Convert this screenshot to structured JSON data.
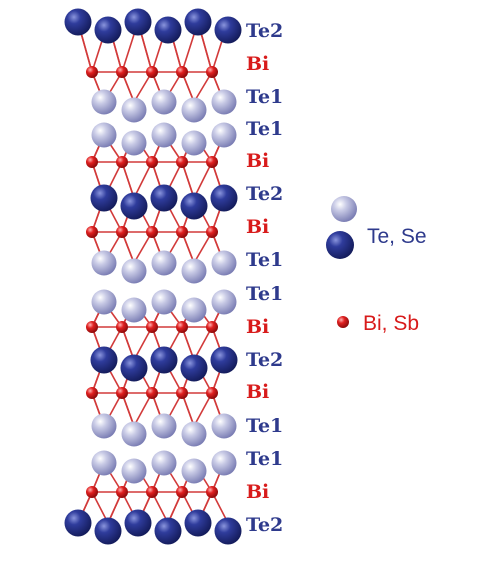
{
  "colors": {
    "te_light": "#b0b2d6",
    "te_dark": "#2b3894",
    "bi_red": "#e01c1c",
    "bond": "#d23a3a",
    "label_te": "#2e3a8c",
    "label_bi": "#d81b1b"
  },
  "layers": [
    {
      "label": "Te2",
      "kind": "te_dark"
    },
    {
      "label": "Bi",
      "kind": "bi"
    },
    {
      "label": "Te1",
      "kind": "te_light"
    },
    {
      "label": "Te1",
      "kind": "te_light"
    },
    {
      "label": "Bi",
      "kind": "bi"
    },
    {
      "label": "Te2",
      "kind": "te_dark"
    },
    {
      "label": "Bi",
      "kind": "bi"
    },
    {
      "label": "Te1",
      "kind": "te_light"
    },
    {
      "label": "Te1",
      "kind": "te_light"
    },
    {
      "label": "Bi",
      "kind": "bi"
    },
    {
      "label": "Te2",
      "kind": "te_dark"
    },
    {
      "label": "Bi",
      "kind": "bi"
    },
    {
      "label": "Te1",
      "kind": "te_light"
    },
    {
      "label": "Te1",
      "kind": "te_light"
    },
    {
      "label": "Bi",
      "kind": "bi"
    },
    {
      "label": "Te2",
      "kind": "te_dark"
    }
  ],
  "legend": {
    "te_se_label": "Te, Se",
    "bi_sb_label": "Bi, Sb"
  }
}
